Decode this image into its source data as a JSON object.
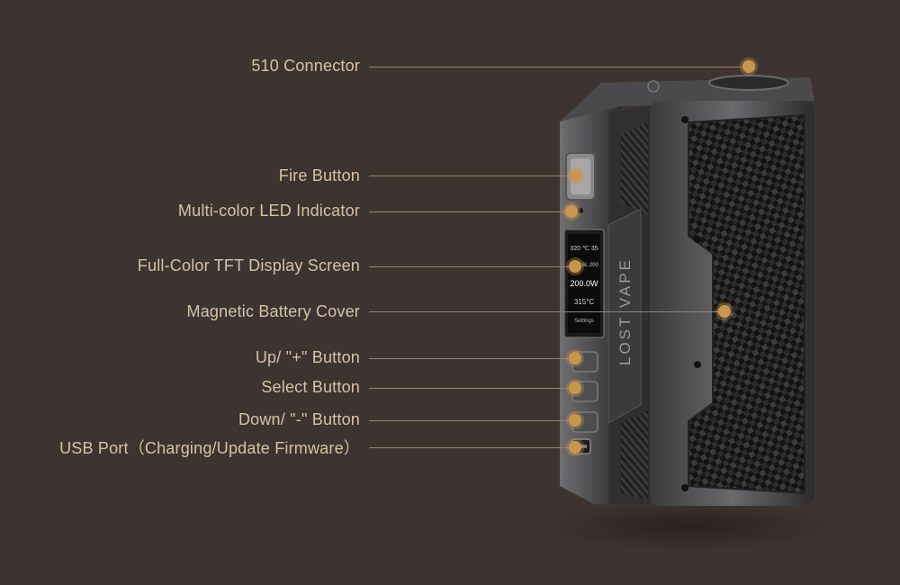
{
  "callouts": [
    {
      "label": "510 Connector"
    },
    {
      "label": "Fire Button"
    },
    {
      "label": "Multi-color LED Indicator"
    },
    {
      "label": "Full-Color TFT Display Screen"
    },
    {
      "label": "Magnetic Battery Cover"
    },
    {
      "label": "Up/ \"+\" Button"
    },
    {
      "label": "Select Button"
    },
    {
      "label": "Down/ \"-\" Button"
    },
    {
      "label": "USB Port（Charging/Update Firmware）"
    }
  ],
  "device": {
    "brand": "LOST VAPE",
    "screen": {
      "row1": "320 ℃ 35",
      "row2": "Ss316L 200",
      "row3": "200.0W",
      "row4": "315°C",
      "row5": "Settings"
    }
  },
  "colors": {
    "background": "#3d3431",
    "label_text": "#d6c2a4",
    "leader_line": "#9c8263",
    "marker": "#c9964e"
  }
}
